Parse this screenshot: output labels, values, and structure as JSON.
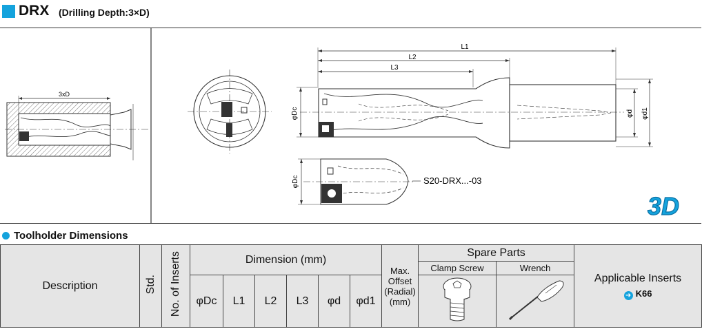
{
  "header": {
    "title": "DRX",
    "subtitle": "(Drilling Depth:3×D)"
  },
  "figure": {
    "depth_label": "3xD",
    "dim_L1": "L1",
    "dim_L2": "L2",
    "dim_L3": "L3",
    "dim_Dc": "φDc",
    "dim_d": "φd",
    "dim_d1": "φd1",
    "dim_Dc_small": "φDc",
    "model_note": "S20-DRX...-03",
    "badge_3d": "3D"
  },
  "section": {
    "title": "Toolholder Dimensions"
  },
  "table": {
    "description": "Description",
    "std": "Std.",
    "no_of_inserts": "No. of Inserts",
    "dimension_group": "Dimension (mm)",
    "col_dc": "φDc",
    "col_l1": "L1",
    "col_l2": "L2",
    "col_l3": "L3",
    "col_d": "φd",
    "col_d1": "φd1",
    "max_offset": [
      "Max.",
      "Offset",
      "(Radial)",
      "(mm)"
    ],
    "spare_parts": "Spare Parts",
    "clamp_screw": "Clamp Screw",
    "wrench": "Wrench",
    "applicable_inserts": "Applicable Inserts",
    "insert_code": "K66"
  },
  "colors": {
    "accent": "#14a3dd",
    "header_bg": "#e5e5e5"
  }
}
